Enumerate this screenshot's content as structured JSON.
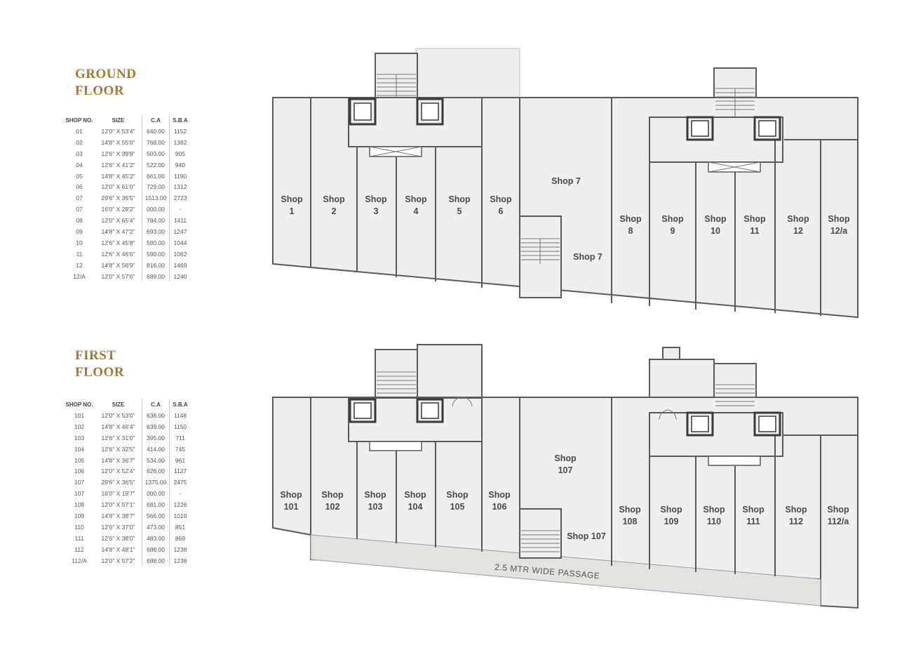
{
  "ground_floor": {
    "title_lines": [
      "GROUND",
      "FLOOR"
    ],
    "columns": [
      "SHOP NO.",
      "SIZE",
      "C.A",
      "S.B.A"
    ],
    "rows": [
      [
        "01",
        "12'0\" X 53'4\"",
        "640.00",
        "1152"
      ],
      [
        "02",
        "14'8\" X 55'0\"",
        "768.00",
        "1382"
      ],
      [
        "03",
        "12'6\" X 39'8\"",
        "503.00",
        "905"
      ],
      [
        "04",
        "12'6\" X 41'2\"",
        "522.00",
        "940"
      ],
      [
        "05",
        "14'8\" X 45'2\"",
        "661.00",
        "1190"
      ],
      [
        "06",
        "12'0\" X 61'0\"",
        "729.00",
        "1312"
      ],
      [
        "07",
        "29'6\" X 36'5\"",
        "1513.00",
        "2723"
      ],
      [
        "07",
        "16'0\" X 28'2\"",
        "000.00",
        "-"
      ],
      [
        "08",
        "12'0\" X 65'4\"",
        "784.00",
        "1411"
      ],
      [
        "09",
        "14'8\" X 47'2\"",
        "693.00",
        "1247"
      ],
      [
        "10",
        "12'6\" X 45'8\"",
        "580.00",
        "1044"
      ],
      [
        "11",
        "12'6\" X 46'6\"",
        "590.00",
        "1062"
      ],
      [
        "12",
        "14'8\" X 56'9\"",
        "816.00",
        "1469"
      ],
      [
        "12/A",
        "12'0\" X 57'6\"",
        "689.00",
        "1240"
      ]
    ],
    "shops": {
      "s1": [
        "Shop",
        "1"
      ],
      "s2": [
        "Shop",
        "2"
      ],
      "s3": [
        "Shop",
        "3"
      ],
      "s4": [
        "Shop",
        "4"
      ],
      "s5": [
        "Shop",
        "5"
      ],
      "s6": [
        "Shop",
        "6"
      ],
      "s7a": [
        "Shop 7"
      ],
      "s7b": [
        "Shop 7"
      ],
      "s8": [
        "Shop",
        "8"
      ],
      "s9": [
        "Shop",
        "9"
      ],
      "s10": [
        "Shop",
        "10"
      ],
      "s11": [
        "Shop",
        "11"
      ],
      "s12": [
        "Shop",
        "12"
      ],
      "s12a": [
        "Shop",
        "12/a"
      ]
    }
  },
  "first_floor": {
    "title_lines": [
      "FIRST",
      "FLOOR"
    ],
    "columns": [
      "SHOP NO.",
      "SIZE",
      "C.A",
      "S.B.A"
    ],
    "rows": [
      [
        "101",
        "12'0\" X 53'0\"",
        "638.00",
        "1148"
      ],
      [
        "102",
        "14'8\" X 46'4\"",
        "639.00",
        "1150"
      ],
      [
        "103",
        "12'6\" X 31'0\"",
        "395.00",
        "711"
      ],
      [
        "104",
        "12'6\" X 32'5\"",
        "414.00",
        "745"
      ],
      [
        "105",
        "14'8\" X 36'7\"",
        "534.00",
        "961"
      ],
      [
        "106",
        "12'0\" X 52'4\"",
        "626.00",
        "1127"
      ],
      [
        "107",
        "29'6\" X 36'5\"",
        "1375.00",
        "2475"
      ],
      [
        "107",
        "16'0\" X 19'7\"",
        "000.00",
        "-"
      ],
      [
        "108",
        "12'0\" X 57'1\"",
        "681.00",
        "1226"
      ],
      [
        "109",
        "14'8\" X 38'7\"",
        "566.00",
        "1019"
      ],
      [
        "110",
        "12'6\" X 37'0\"",
        "473.00",
        "851"
      ],
      [
        "111",
        "12'6\" X 38'0\"",
        "483.00",
        "869"
      ],
      [
        "112",
        "14'8\" X 48'1\"",
        "688.00",
        "1238"
      ],
      [
        "112/A",
        "12'0\" X 57'2\"",
        "688.00",
        "1238"
      ]
    ],
    "shops": {
      "s101": [
        "Shop",
        "101"
      ],
      "s102": [
        "Shop",
        "102"
      ],
      "s103": [
        "Shop",
        "103"
      ],
      "s104": [
        "Shop",
        "104"
      ],
      "s105": [
        "Shop",
        "105"
      ],
      "s106": [
        "Shop",
        "106"
      ],
      "s107a": [
        "Shop",
        "107"
      ],
      "s107b": [
        "Shop 107"
      ],
      "s108": [
        "Shop",
        "108"
      ],
      "s109": [
        "Shop",
        "109"
      ],
      "s110": [
        "Shop",
        "110"
      ],
      "s111": [
        "Shop",
        "111"
      ],
      "s112": [
        "Shop",
        "112"
      ],
      "s112a": [
        "Shop",
        "112/a"
      ]
    },
    "passage_label": "2.5 MTR WIDE PASSAGE"
  },
  "colors": {
    "title_gold": "#9c722e",
    "plan_fill": "#efeeec",
    "wall": "#5a5a5a",
    "passage_fill": "#e2e2de"
  }
}
